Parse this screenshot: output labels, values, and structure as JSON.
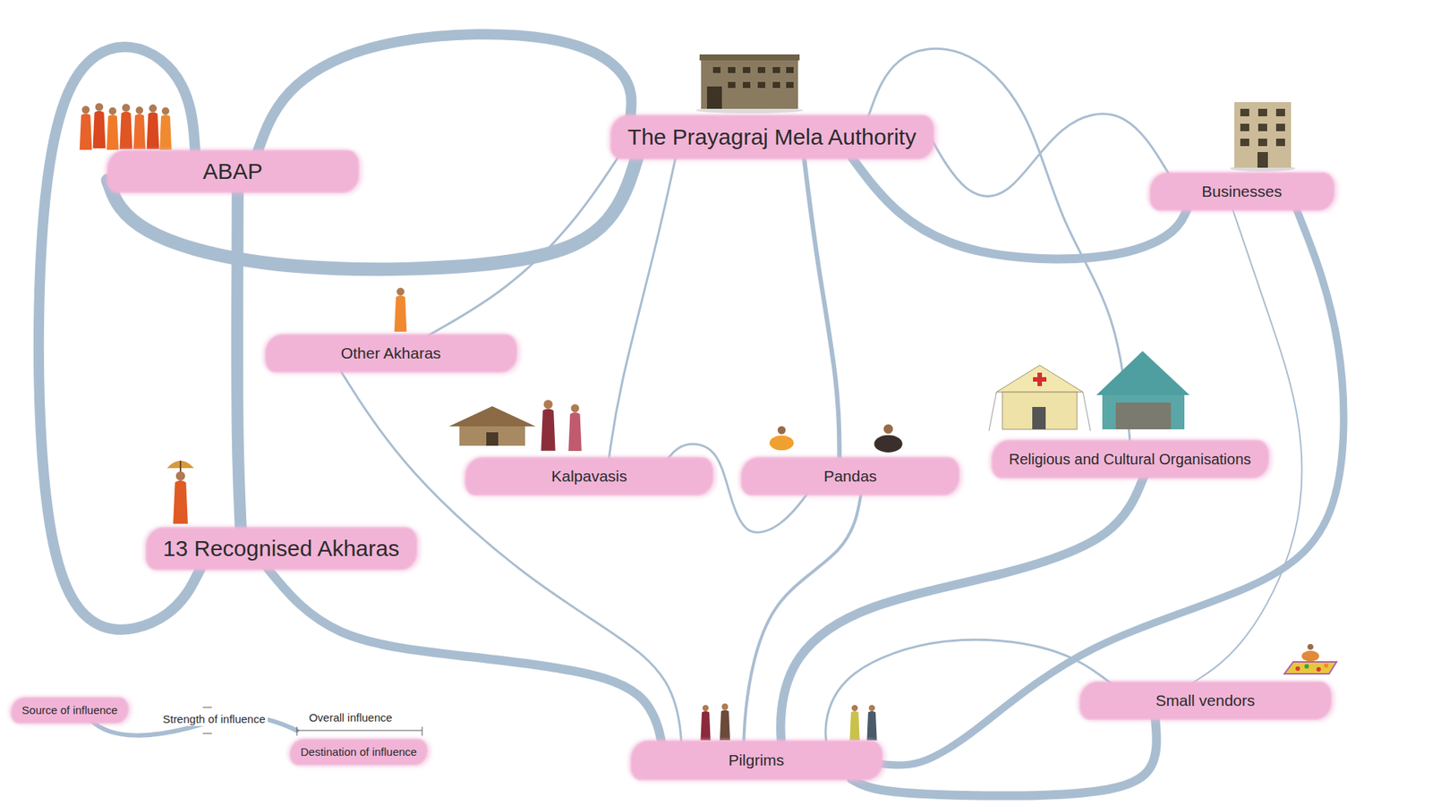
{
  "diagram": {
    "nodes": [
      {
        "text": [
          "The Prayagraj Mela Authority"
        ]
      },
      {
        "text": [
          "ABAP"
        ]
      },
      {
        "text": [
          "Businesses"
        ]
      },
      {
        "text": [
          "Other Akharas"
        ]
      },
      {
        "text": [
          "Religious and Cultural Organisations"
        ]
      },
      {
        "text": [
          "Kalpavasis"
        ]
      },
      {
        "text": [
          "Pandas"
        ]
      },
      {
        "text": [
          "13 Recognised Akharas"
        ]
      },
      {
        "text": [
          "Small vendors"
        ]
      },
      {
        "text": [
          "Pilgrims"
        ]
      }
    ],
    "edges": [
      {
        "from": 0,
        "to": 1,
        "arrow": "none"
      },
      {
        "from": 1,
        "to": 0,
        "arrow": "none"
      },
      {
        "from": 1,
        "to": 7,
        "arrow": "none"
      },
      {
        "from": 7,
        "to": 1,
        "arrow": "none"
      },
      {
        "from": 7,
        "to": 9,
        "arrow": "none"
      },
      {
        "from": 3,
        "to": 9,
        "arrow": "none"
      },
      {
        "from": 3,
        "to": 0,
        "arrow": "none"
      },
      {
        "from": 0,
        "to": 5,
        "arrow": "none"
      },
      {
        "from": 0,
        "to": 6,
        "arrow": "none"
      },
      {
        "from": 5,
        "to": 6,
        "arrow": "none"
      },
      {
        "from": 6,
        "to": 9,
        "arrow": "none"
      },
      {
        "from": 0,
        "to": 2,
        "arrow": "none"
      },
      {
        "from": 0,
        "to": 2,
        "arrow": "none"
      },
      {
        "from": 0,
        "to": 4,
        "arrow": "none"
      },
      {
        "from": 2,
        "to": 8,
        "arrow": "none"
      },
      {
        "from": 2,
        "to": 9,
        "arrow": "none"
      },
      {
        "from": 4,
        "to": 9,
        "arrow": "none"
      },
      {
        "from": 8,
        "to": 9,
        "arrow": "none"
      },
      {
        "from": 8,
        "to": 9,
        "arrow": "none"
      }
    ],
    "legend": [
      {
        "text": "Source of influence"
      },
      {
        "text": "Strength of influence"
      },
      {
        "text": "Overall influence"
      },
      {
        "text": "Destination of influence"
      }
    ]
  }
}
